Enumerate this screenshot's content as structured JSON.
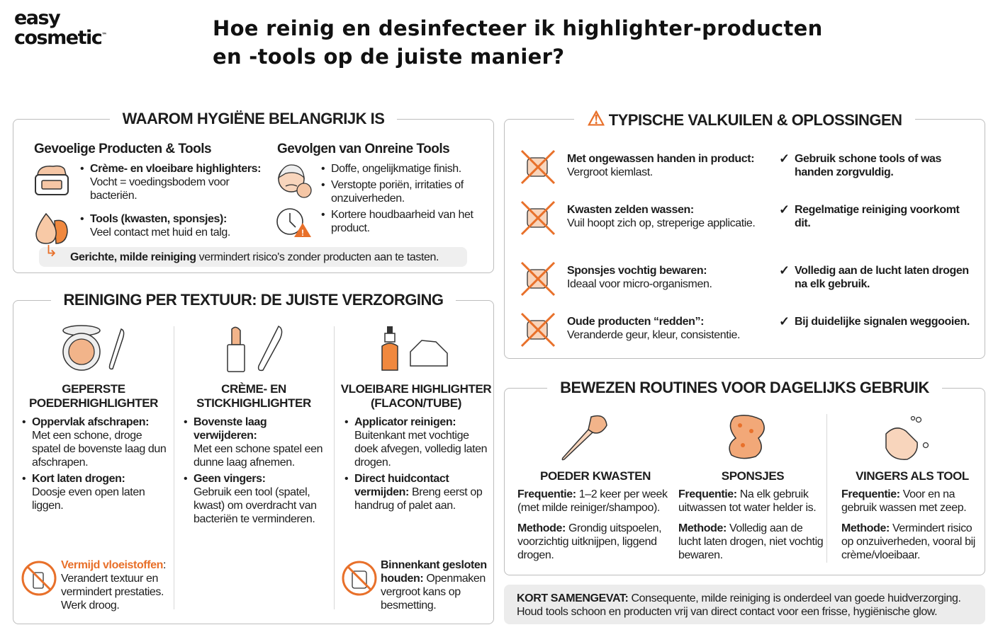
{
  "logo": {
    "line1": "easy",
    "line2": "cosmetic",
    "tm": "™"
  },
  "title": "Hoe reinig en desinfecteer ik highlighter-producten en -tools op de juiste manier?",
  "colors": {
    "accent": "#e8702a",
    "border": "#bdbdbd",
    "summary_bg": "#ececec"
  },
  "hygiene": {
    "heading": "WAAROM HYGIËNE BELANGRIJK IS",
    "left_title": "Gevoelige Producten & Tools",
    "left_items": [
      {
        "icon": "cream-jar-icon",
        "bold": "Crème- en vloeibare highlighters:",
        "text": "Vocht = voedingsbodem voor bacteriën."
      },
      {
        "icon": "sponge-icon",
        "bold": "Tools (kwasten, sponsjes):",
        "text": "Veel contact met huid en talg."
      }
    ],
    "right_title": "Gevolgen van Onreine Tools",
    "right_items": [
      "Doffe, ongelijkmatige finish.",
      "Verstopte poriën, irritaties of onzuiverheden.",
      "Kortere houdbaarheid van het product."
    ],
    "tip_bold": "Gerichte, milde reiniging",
    "tip_text": " vermindert risico's zonder producten aan te tasten."
  },
  "texture": {
    "heading": "REINIGING PER TEXTUUR: DE JUISTE VERZORGING",
    "columns": [
      {
        "title": "GEPERSTE POEDERHIGHLIGHTER",
        "items": [
          {
            "bold": "Oppervlak afschrapen:",
            "text": "Met een schone, droge spatel de bovenste laag dun afschrapen."
          },
          {
            "bold": "Kort laten drogen:",
            "text": "Doosje even open laten liggen."
          }
        ]
      },
      {
        "title": "CRÈME- EN STICKHIGHLIGHTER",
        "items": [
          {
            "bold": "Bovenste laag verwijderen:",
            "text": "Met een schone spatel een dunne laag afnemen."
          },
          {
            "bold": "Geen vingers:",
            "text": "Gebruik een tool (spatel, kwast) om overdracht van bacteriën te verminderen."
          }
        ]
      },
      {
        "title": "VLOEIBARE HIGHLIGHTER (FLACON/TUBE)",
        "items": [
          {
            "bold": "Applicator reinigen:",
            "text": "Buitenkant met vochtige doek afvegen, volledig laten drogen."
          },
          {
            "bold": "Direct huidcontact vermijden:",
            "text": "Breng eerst op handrug of palet aan."
          }
        ]
      }
    ],
    "warn1": {
      "bold": "Vermijd vloeistoffen",
      "colon": ":",
      "text": "Verandert textuur en vermindert prestaties. Werk droog."
    },
    "warn2": {
      "bold": "Binnenkant gesloten houden:",
      "text": " Openmaken vergroot kans op besmetting."
    }
  },
  "pitfalls": {
    "heading": "TYPISCHE VALKUILEN & OPLOSSINGEN",
    "rows": [
      {
        "icon": "unwashed-hands-icon",
        "bold": "Met ongewassen handen in product:",
        "text": "Vergroot kiemlast.",
        "solution": "Gebruik schone tools of was handen zorgvuldig."
      },
      {
        "icon": "dirty-brush-icon",
        "bold": "Kwasten zelden wassen:",
        "text": "Vuil hoopt zich op, streperige applicatie.",
        "solution": "Regelmatige reiniging voorkomt dit."
      },
      {
        "icon": "wet-sponge-icon",
        "bold": "Sponsjes vochtig bewaren:",
        "text": "Ideaal voor micro-organismen.",
        "solution": "Volledig aan de lucht laten drogen na elk gebruik."
      },
      {
        "icon": "old-product-icon",
        "bold": "Oude producten “redden”:",
        "text": "Veranderde geur, kleur, consistentie.",
        "solution": "Bij duidelijke signalen weggooien."
      }
    ]
  },
  "routines": {
    "heading": "BEWEZEN ROUTINES VOOR DAGELIJKS GEBRUIK",
    "columns": [
      {
        "title": "POEDER KWASTEN",
        "freq_label": "Frequentie:",
        "freq": " 1–2 keer per week (met milde reiniger/shampoo).",
        "meth_label": "Methode:",
        "meth": " Grondig uitspoelen, voorzichtig uitknijpen, liggend drogen."
      },
      {
        "title": "SPONSJES",
        "freq_label": "Frequentie:",
        "freq": " Na elk gebruik uitwassen tot water helder is.",
        "meth_label": "Methode:",
        "meth": " Volledig aan de lucht laten drogen, niet vochtig bewaren."
      },
      {
        "title": "VINGERS ALS TOOL",
        "freq_label": "Frequentie:",
        "freq": " Voor en na gebruik wassen met zeep.",
        "meth_label": "Methode:",
        "meth": " Vermindert risico op onzuiverheden, vooral bij crème/vloeibaar."
      }
    ]
  },
  "summary": {
    "bold": "KORT SAMENGEVAT:",
    "text": " Consequente, milde reiniging is onderdeel van goede huidverzorging. Houd tools schoon en producten vrij van direct contact voor een frisse, hygiënische glow."
  }
}
